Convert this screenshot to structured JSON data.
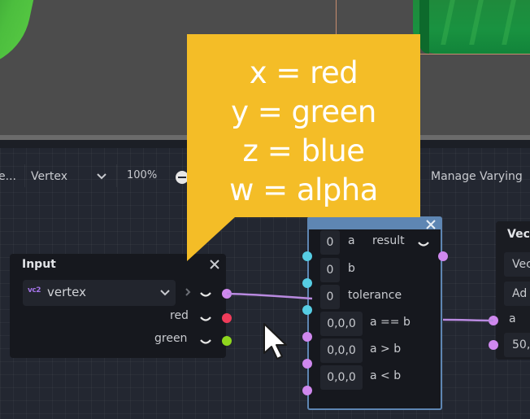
{
  "toolbar": {
    "truncated_label": "e...",
    "shader_type": "Vertex",
    "zoom_level": "100%",
    "manage_varyings": "Manage Varying"
  },
  "sticky_note": {
    "lines": [
      "x = red",
      "y = green",
      "z = blue",
      "w = alpha"
    ],
    "color": "#f4bd27"
  },
  "input_node": {
    "title": "Input",
    "type_badge": "vc2",
    "selected_input": "vertex",
    "outputs": [
      {
        "label": "red",
        "color": "#f03c5a"
      },
      {
        "label": "green",
        "color": "#8fd61e"
      }
    ]
  },
  "compare_node": {
    "inputs": [
      {
        "value": "0",
        "label": "a"
      },
      {
        "value": "0",
        "label": "b"
      },
      {
        "value": "0",
        "label": "tolerance"
      },
      {
        "value": "0,0,0",
        "label": "a == b"
      },
      {
        "value": "0,0,0",
        "label": "a > b"
      },
      {
        "value": "0,0,0",
        "label": "a < b"
      }
    ],
    "output_label": "result",
    "header_color": "#5e86b3"
  },
  "vector_node": {
    "title": "Vec",
    "dropdown1": "Vec",
    "dropdown2": "Ad",
    "input_a_label": "a",
    "input_b_value": "50,"
  },
  "colors": {
    "vector_port": "#cf88ee",
    "scalar_port": "#56cde4"
  }
}
